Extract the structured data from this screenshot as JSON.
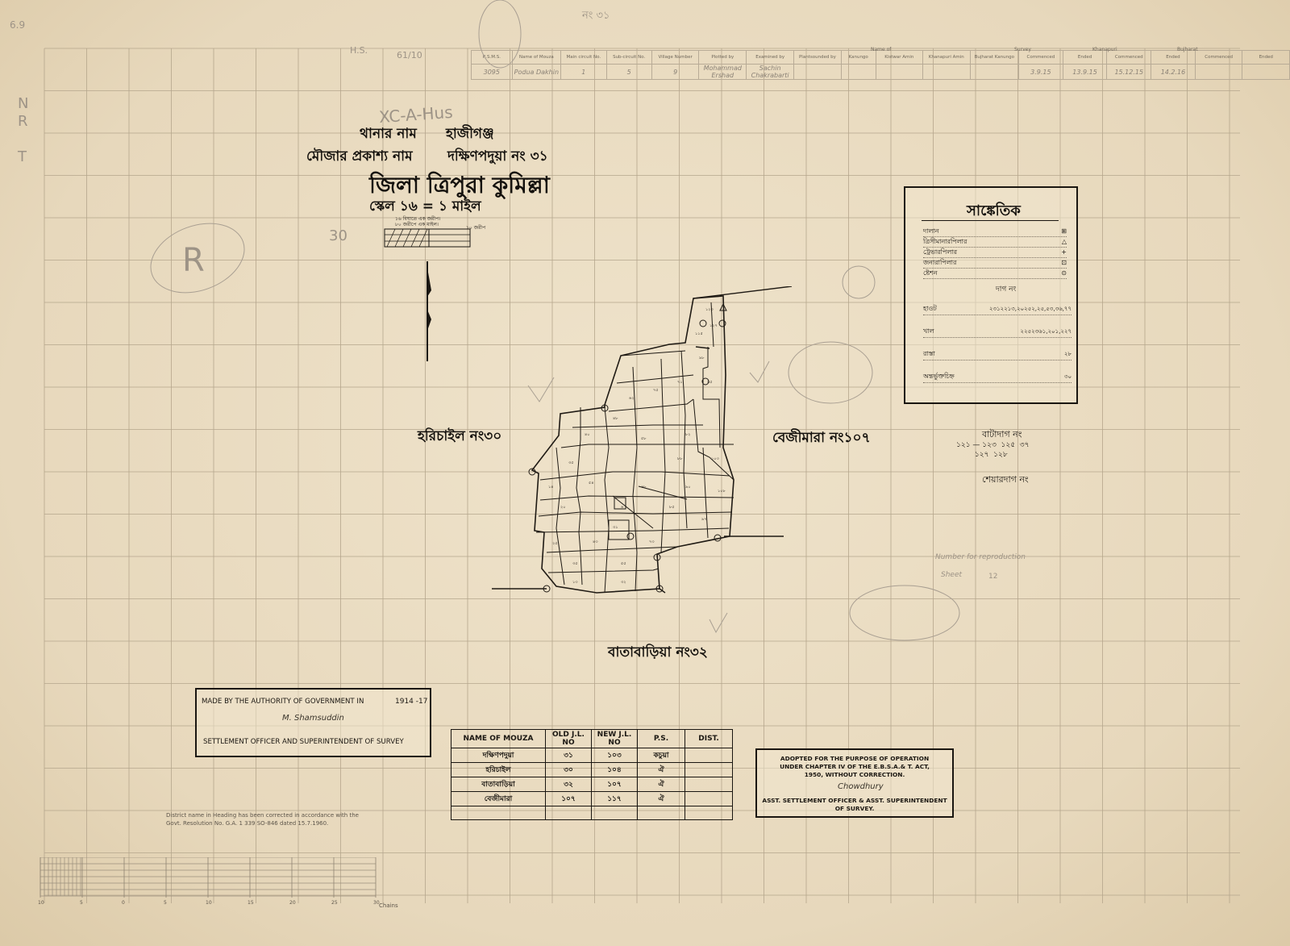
{
  "page_no": "নং ৩১",
  "header_table": {
    "columns": [
      "R.S.M.S.",
      "Name of Mouza",
      "Main circuit No.",
      "Sub-circuit No.",
      "Village Number",
      "Plotted by",
      "Examined by",
      "Plantsounded by",
      "Kanungo",
      "Kistwar Amin",
      "Khanapuri Amin",
      "Bujharat Kanungo",
      "Commenced",
      "Ended",
      "Commenced",
      "Ended",
      "Commenced",
      "Ended"
    ],
    "group_labels": [
      "Name of",
      "Survey",
      "Khanapuri",
      "Bujharat"
    ],
    "row": [
      "3095",
      "Podua Dakhin",
      "1",
      "5",
      "9",
      "Mohammad Ershad",
      "Sachin Chakrabarti",
      "",
      "",
      "",
      "",
      "",
      "3.9.15",
      "13.9.15",
      "15.12.15",
      "14.2.16",
      "",
      ""
    ]
  },
  "title_block": {
    "thana_label": "থানার নাম",
    "thana_value": "হাজীগঞ্জ",
    "mouza_label": "মৌজার প্রকাশ্য নাম",
    "mouza_value": "দক্ষিণপদুয়া নং ৩১",
    "district": "জিলা ত্রিপুরা কুমিল্লা",
    "scale": "স্কেল ১৬ = ১ মাইল",
    "scale_note_1": "১৬ বিঘাতে এক জরীপ।",
    "scale_note_2": "৮০ জরীপে এক মাইল।",
    "scale_bar_label": "১০ জরীপ"
  },
  "pencil_notes": {
    "xc": "XC-A-Hus",
    "hs": "H.S.",
    "hs_fraction": "61/10",
    "thirty": "30",
    "r": "R",
    "left_margin": "N\nR\n\nT",
    "top_left": "6.9"
  },
  "adjacent_mouzas": {
    "west": "হরিচাইল নং৩০",
    "east": "বেজীমারা নং১০৭",
    "south": "বাতাবাড়িয়া নং৩২"
  },
  "side_notes": {
    "batadag_title": "বাটাদাগ নং",
    "batadag_values": "১২১ — ১২৩  ১২৫  ৩৭\n        ১২৭  ১২৮",
    "sheyadag_title": "শেয়ারদাগ নং",
    "number_of_reproduction": "Number for reproduction",
    "sheet": "Sheet",
    "sheet_value": "12"
  },
  "legend": {
    "title": "সাঙ্কেতিক",
    "items": [
      {
        "label": "দালান",
        "symbol": "⊞"
      },
      {
        "label": "ত্রিসীমানারপিলার",
        "symbol": "△"
      },
      {
        "label": "ট্রেভারপিলার",
        "symbol": "+"
      },
      {
        "label": "জনারাপিলার",
        "symbol": "⊡"
      },
      {
        "label": "ষ্টেশন",
        "symbol": "⊙"
      }
    ],
    "dag_title": "দাগ নং",
    "rows": [
      {
        "label": "হাওট",
        "value": "২৩১২২১৩,২০২৫২,২৫,৫৩,৩৬,৭৭"
      },
      {
        "label": "খাল",
        "value": "২২৫২৩৬১,২০১,২২৭"
      },
      {
        "label": "রাস্তা",
        "value": "২৮"
      },
      {
        "label": "অন্তর্ভুক্তচিহ্ন",
        "value": "৩০"
      }
    ]
  },
  "authority_box": {
    "line1": "MADE BY THE AUTHORITY OF GOVERNMENT IN",
    "year": "1914 -17",
    "signature": "M. Shamsuddin",
    "line2": "SETTLEMENT OFFICER AND SUPERINTENDENT OF SURVEY"
  },
  "district_note": "District name in Heading has been corrected in accordance with the\nGovt. Resolution No. G.A. 1 339 SO-846 dated 15.7.1960.",
  "mouza_table": {
    "headers": [
      "NAME OF MOUZA",
      "OLD J.L. NO",
      "NEW J.L. NO",
      "P.S.",
      "DIST."
    ],
    "rows": [
      [
        "দক্ষিণপদুয়া",
        "৩১",
        "১০৩",
        "কচুয়া",
        ""
      ],
      [
        "হরিচাইল",
        "৩০",
        "১০৪",
        "ঐ",
        ""
      ],
      [
        "বাতাবাড়িয়া",
        "৩২",
        "১০৭",
        "ঐ",
        ""
      ],
      [
        "বেজীমারা",
        "১০৭",
        "১১৭",
        "ঐ",
        ""
      ],
      [
        "",
        "",
        "",
        "",
        ""
      ]
    ]
  },
  "adopted_box": {
    "line1": "ADOPTED FOR THE PURPOSE OF OPERATION",
    "line2": "UNDER CHAPTER IV OF THE E.B.S.A.& T. ACT,",
    "line3": "1950, WITHOUT CORRECTION.",
    "signature": "Chowdhury",
    "line4": "ASST. SETTLEMENT OFFICER & ASST. SUPERINTENDENT",
    "line5": "OF SURVEY."
  },
  "bottom_scale": {
    "label": "Chains",
    "ticks": [
      "10",
      "5",
      "0",
      "5",
      "10",
      "15",
      "20",
      "25",
      "30"
    ]
  }
}
